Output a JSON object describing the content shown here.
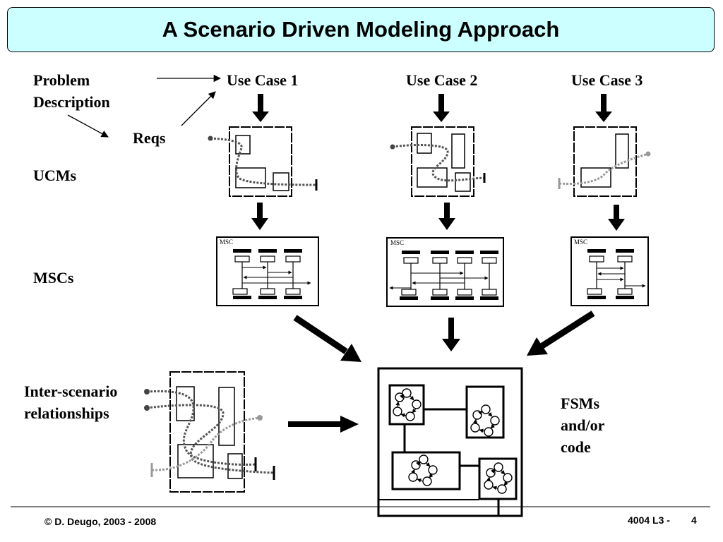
{
  "title": "A Scenario Driven Modeling Approach",
  "labels": {
    "problem_description": "Problem\nDescription",
    "reqs": "Reqs",
    "ucms": "UCMs",
    "mscs": "MSCs",
    "inter_scenario": "Inter-scenario\nrelationships",
    "fsms": "FSMs\nand/or\ncode"
  },
  "use_cases": [
    {
      "label": "Use Case 1",
      "msc_tag": "MSC"
    },
    {
      "label": "Use Case 2",
      "msc_tag": "MSC"
    },
    {
      "label": "Use Case 3",
      "msc_tag": "MSC"
    }
  ],
  "footer": {
    "copyright": "© D. Deugo, 2003 - 2008",
    "course": "4004 L3 -",
    "page": "4"
  }
}
